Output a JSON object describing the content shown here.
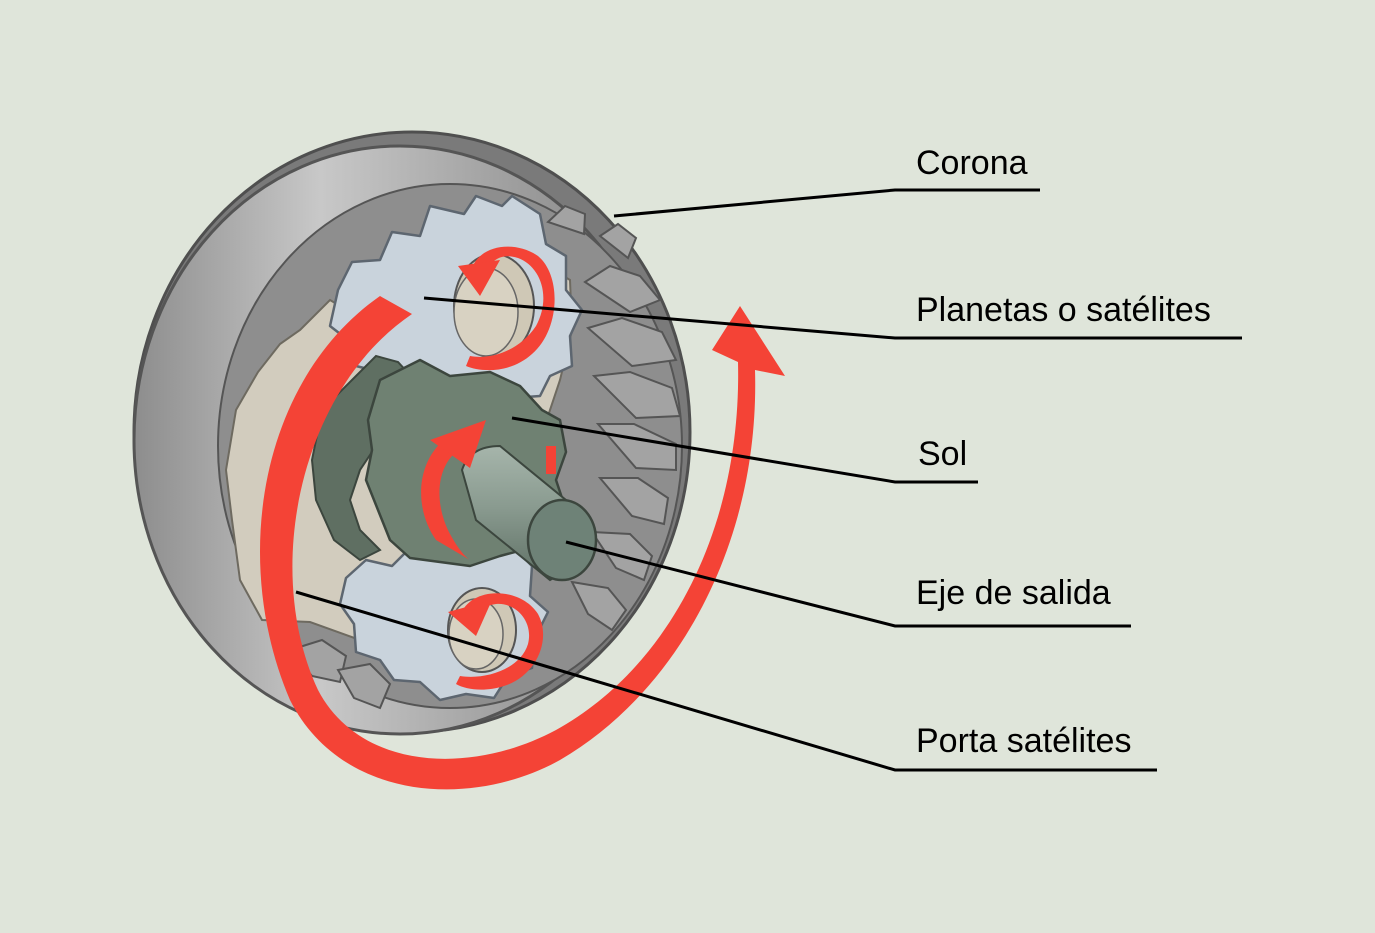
{
  "diagram": {
    "labels": {
      "corona": "Corona",
      "planetas": "Planetas o satélites",
      "sol": "Sol",
      "eje": "Eje de salida",
      "porta": "Porta satélites"
    }
  },
  "colors": {
    "background": "#dfe5da",
    "ring": "#8f8f8f",
    "ring_light": "#c4c4c4",
    "ring_dark": "#6d6d6d",
    "planet": "#c9d3dc",
    "sun": "#6f8172",
    "shaft": "#7f9186",
    "carrier": "#d4cfc1",
    "arrow": "#f44336",
    "leader": "#000000"
  }
}
